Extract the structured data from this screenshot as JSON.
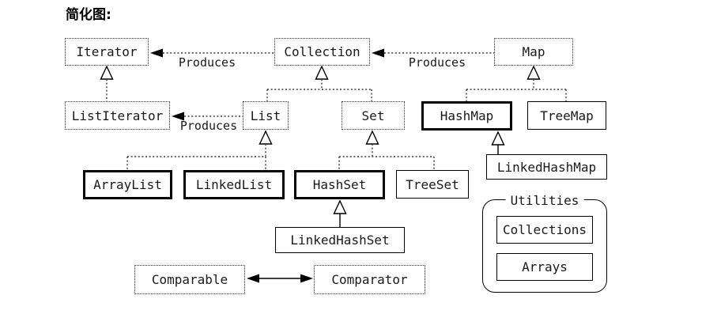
{
  "title": "简化图:",
  "labels": {
    "produces": "Produces",
    "utilities": "Utilities"
  },
  "nodes": {
    "iterator": "Iterator",
    "collection": "Collection",
    "map": "Map",
    "list_iterator": "ListIterator",
    "list": "List",
    "set": "Set",
    "hash_map": "HashMap",
    "tree_map": "TreeMap",
    "array_list": "ArrayList",
    "linked_list": "LinkedList",
    "hash_set": "HashSet",
    "tree_set": "TreeSet",
    "linked_hash_map": "LinkedHashMap",
    "linked_hash_set": "LinkedHashSet",
    "comparable": "Comparable",
    "comparator": "Comparator",
    "collections_utility": "Collections",
    "arrays_utility": "Arrays"
  },
  "colors": {
    "solid_border": "#000000",
    "dotted_border": "#3a3a3a",
    "text": "#1a1a1a",
    "background": "#ffffff"
  }
}
